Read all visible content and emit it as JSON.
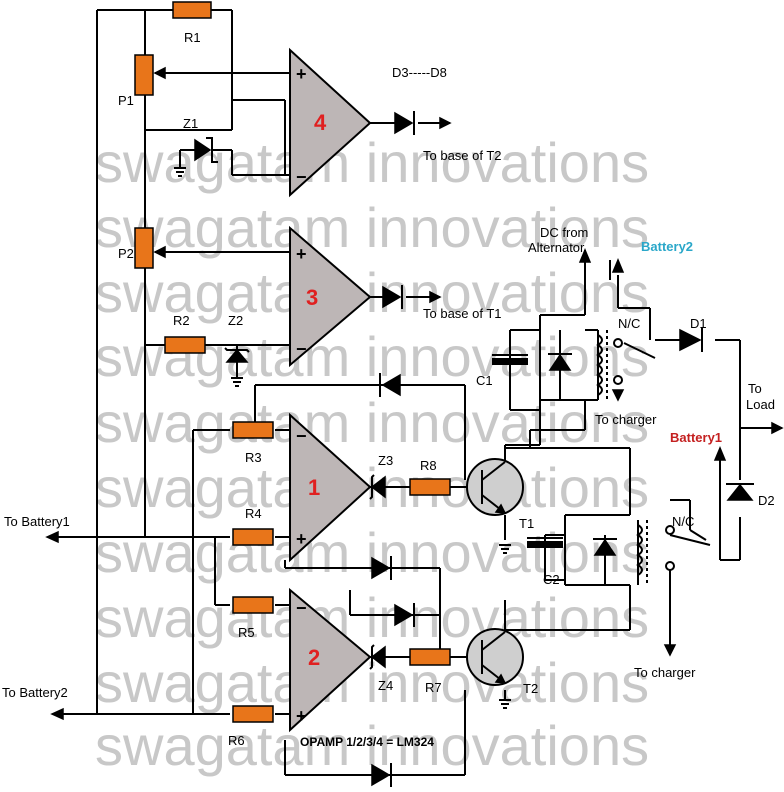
{
  "watermark": "swagatam innovations",
  "opamps": {
    "op1": {
      "num": "1"
    },
    "op2": {
      "num": "2"
    },
    "op3": {
      "num": "3"
    },
    "op4": {
      "num": "4"
    },
    "plus": "+",
    "minus": "−"
  },
  "labels": {
    "r1": "R1",
    "r2": "R2",
    "r3": "R3",
    "r4": "R4",
    "r5": "R5",
    "r6": "R6",
    "r7": "R7",
    "r8": "R8",
    "p1": "P1",
    "p2": "P2",
    "z1": "Z1",
    "z2": "Z2",
    "z3": "Z3",
    "z4": "Z4",
    "c1": "C1",
    "c2": "C2",
    "t1": "T1",
    "t2": "T2",
    "d1": "D1",
    "d2": "D2",
    "d3_d8": "D3-----D8",
    "to_base_t2": "To base of T2",
    "to_base_t1": "To base of T1",
    "dc_alt_1": "DC from",
    "dc_alt_2": "Alternator",
    "battery2": "Battery2",
    "battery1": "Battery1",
    "nc_1": "N/C",
    "nc_2": "N/C",
    "to_charger_1": "To charger",
    "to_charger_2": "To charger",
    "to_load_1": "To",
    "to_load_2": "Load",
    "to_battery1": "To Battery1",
    "to_battery2": "To Battery2",
    "opamp_note": "OPAMP 1/2/3/4 = LM324"
  },
  "colors": {
    "resistor": "#e8751a",
    "opamp_body": "#bdb6b6",
    "opamp_number": "#e02020",
    "battery2_label": "#2aa7c9",
    "battery1_label": "#c42020",
    "watermark": "#c8c8c8"
  }
}
